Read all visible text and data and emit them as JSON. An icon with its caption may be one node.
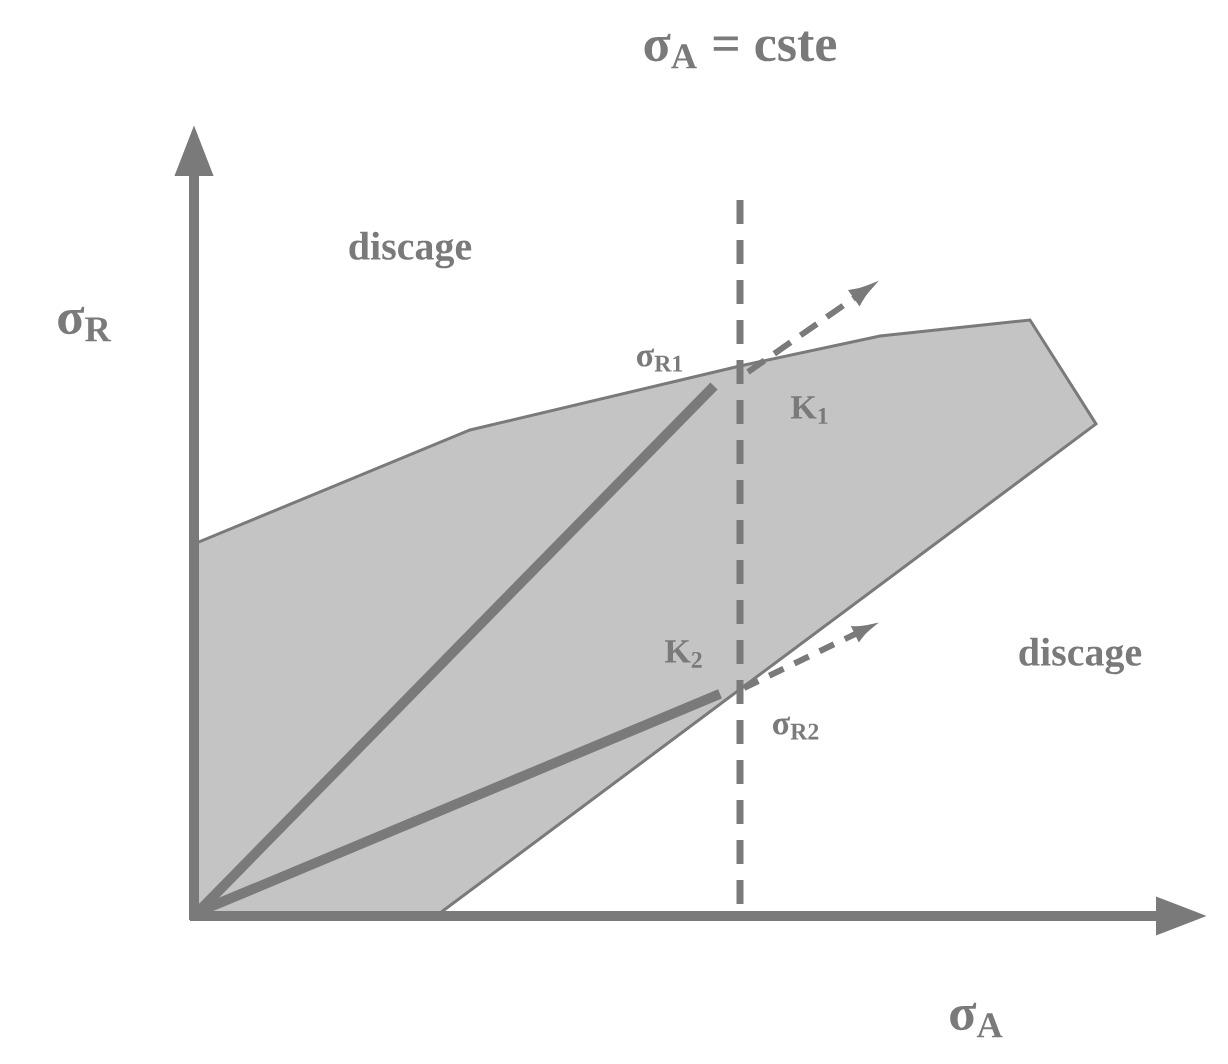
{
  "diagram": {
    "labels": [
      "σ$_{A}$ = cste",
      "σ$_{R}$",
      "discage",
      "σ$_{R1}$",
      "K$_{1}$",
      "K$_{2}$",
      "σ$_{R2}$",
      "discage",
      "σ$_{A}$"
    ]
  }
}
